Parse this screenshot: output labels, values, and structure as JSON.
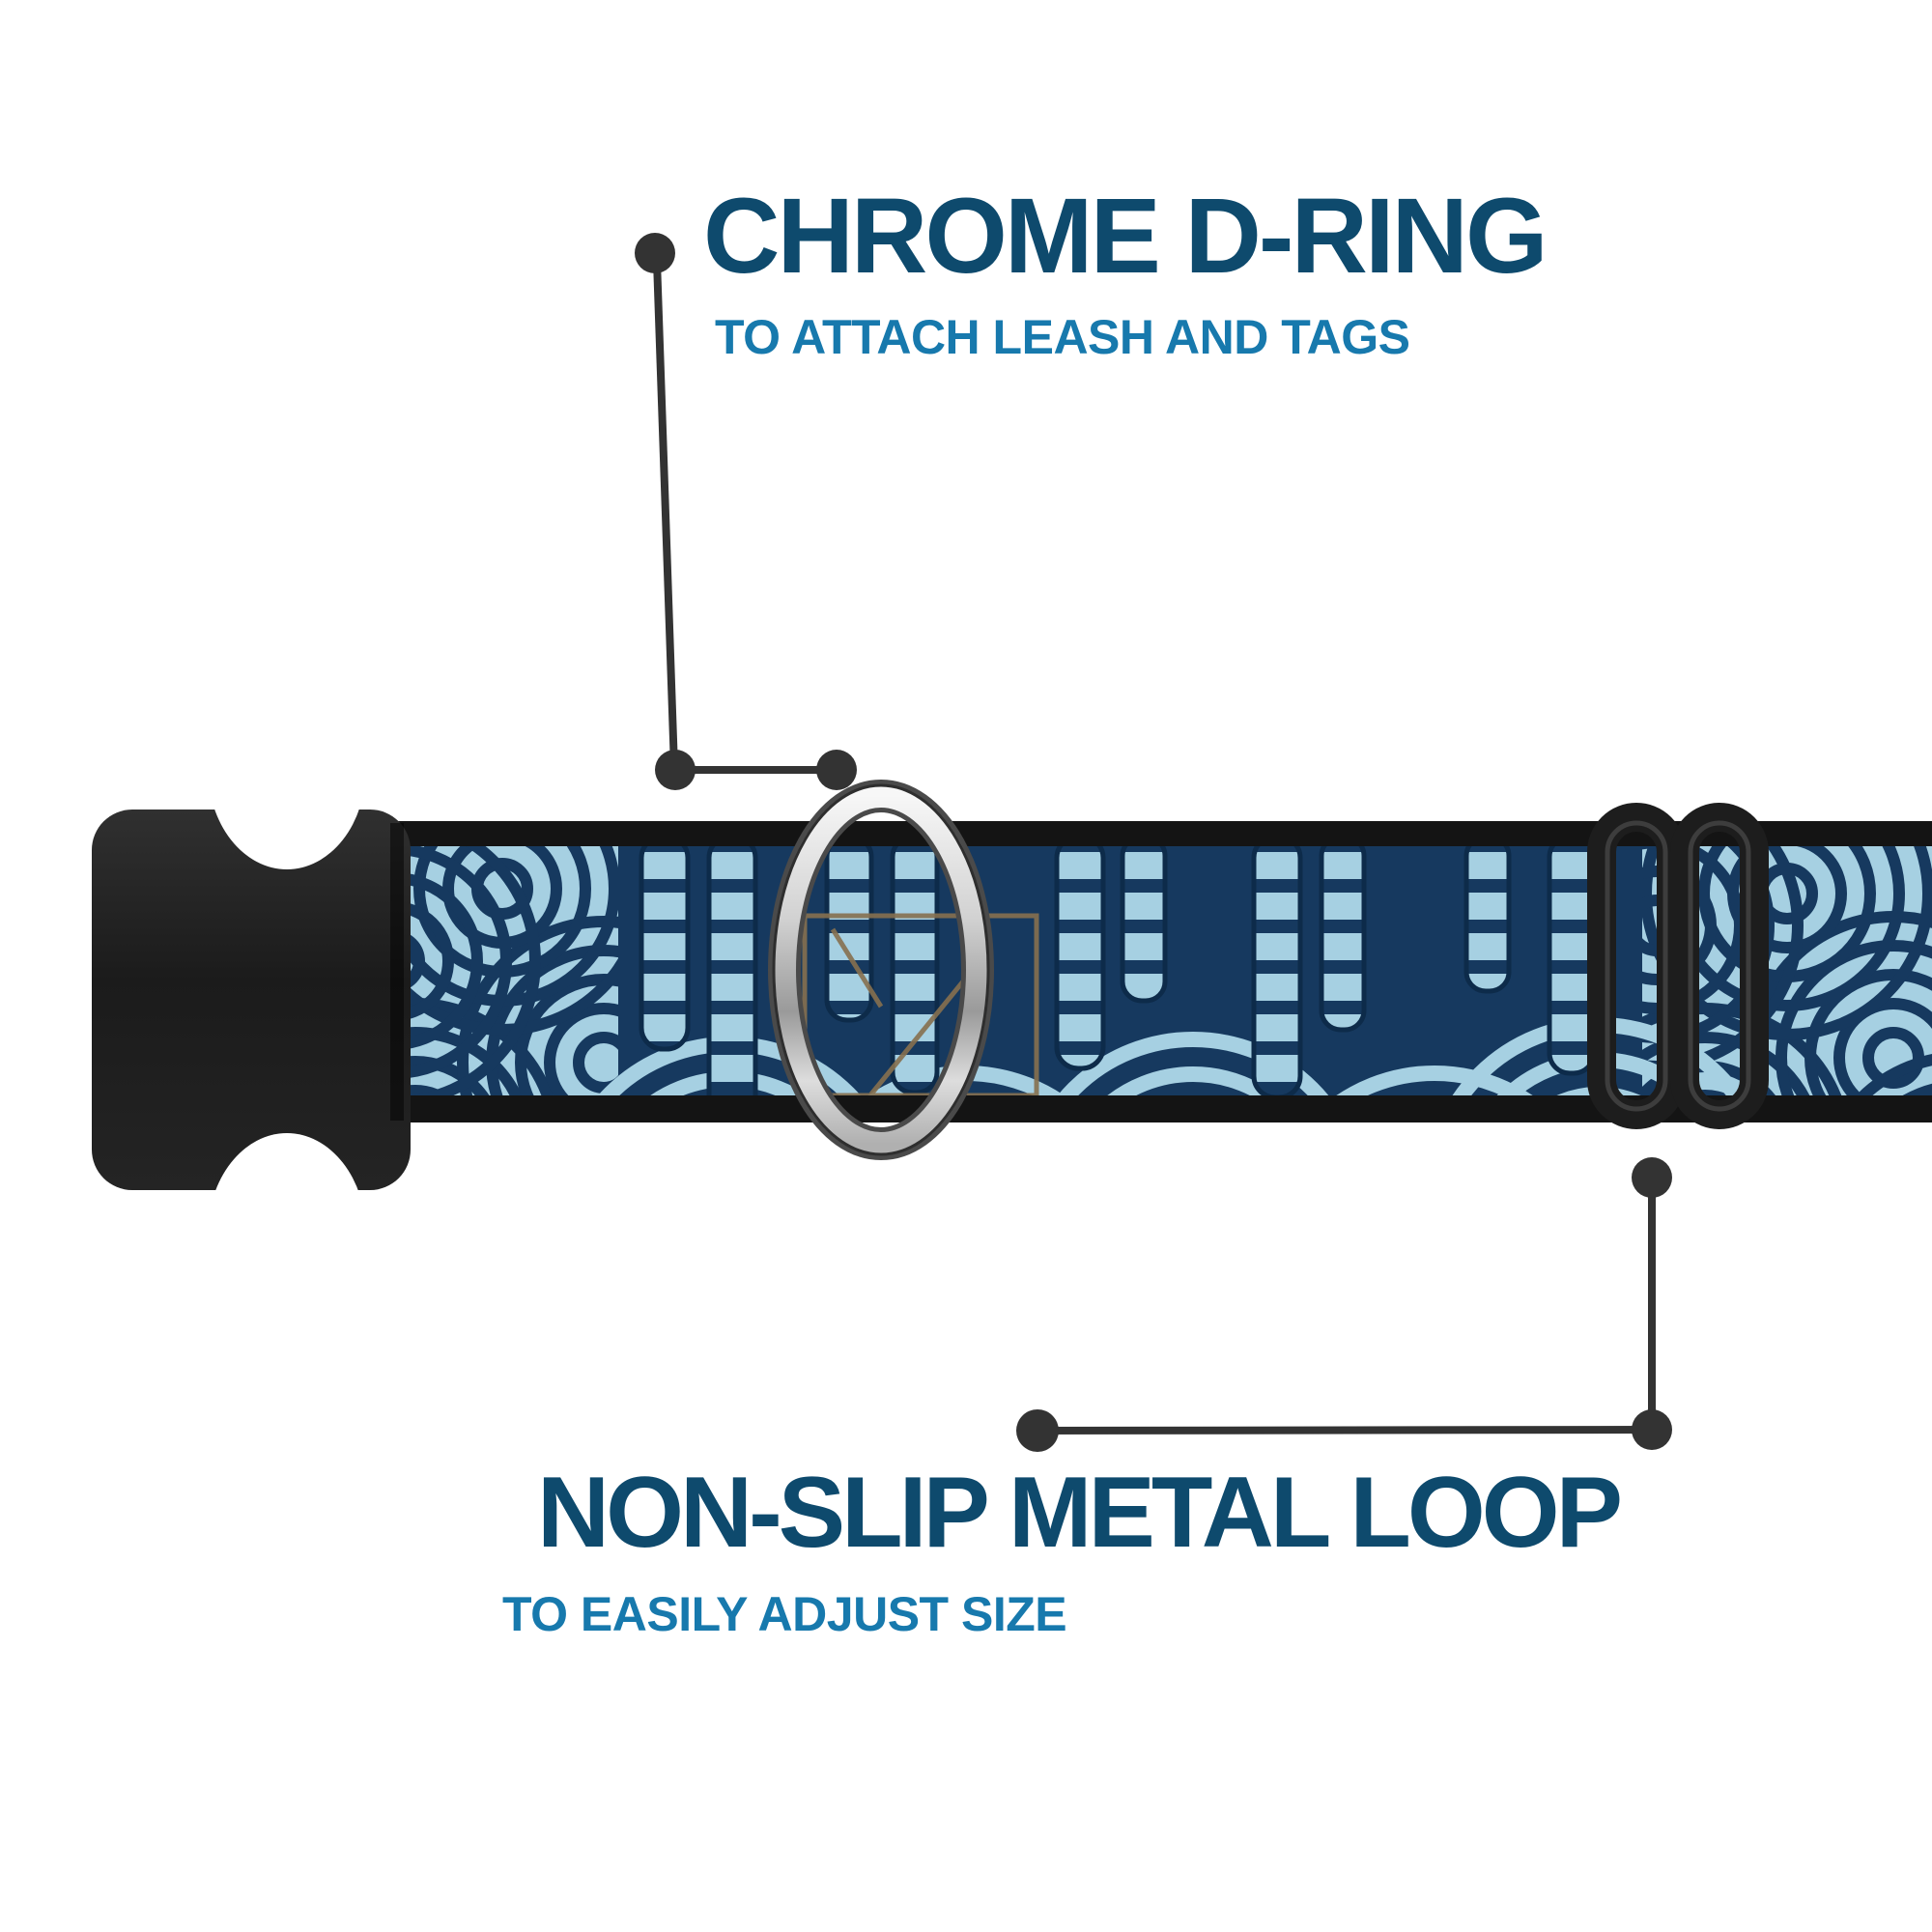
{
  "callouts": {
    "top": {
      "title": "CHROME D-RING",
      "subtitle": "TO ATTACH LEASH AND TAGS"
    },
    "bottom": {
      "title": "NON-SLIP METAL LOOP",
      "subtitle": "TO EASILY ADJUST SIZE"
    }
  },
  "figure": {
    "parts": [
      "side-release-buckle-icon",
      "chrome-d-ring-icon",
      "metal-slider-loop-icon",
      "wave-pattern-webbing"
    ]
  },
  "colors": {
    "title": "#0e4a6d",
    "subtitle": "#1779ad",
    "line": "#333333",
    "navy": "#16395f",
    "navy-dark": "#0d2b4a",
    "lightblue": "#a6d0e2",
    "strap-edge": "#141414",
    "buckle": "#212121",
    "tan": "#86704f"
  }
}
